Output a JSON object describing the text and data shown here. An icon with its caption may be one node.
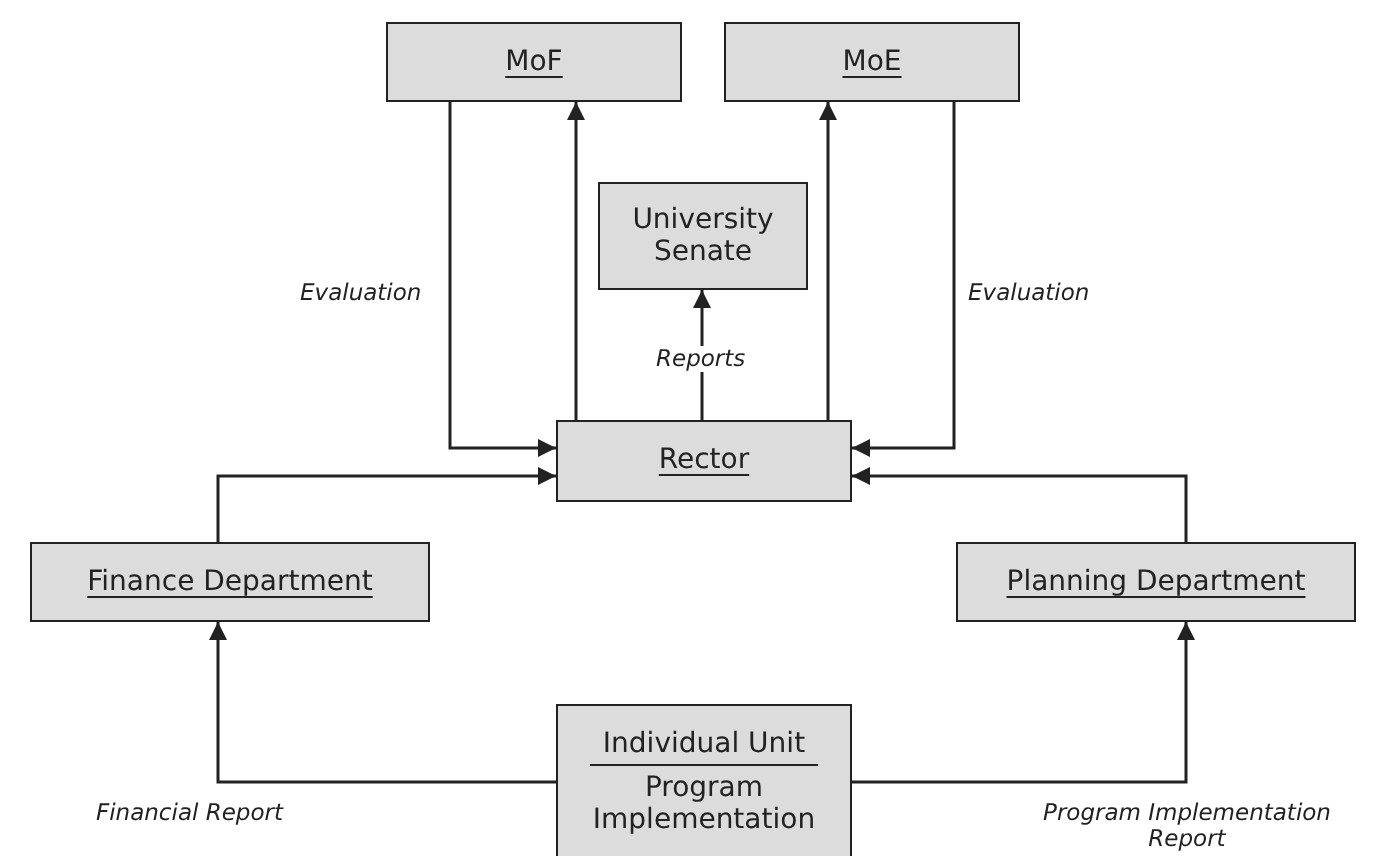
{
  "diagram": {
    "nodes": [
      {
        "text": [
          "MoF"
        ]
      },
      {
        "text": [
          "MoE"
        ]
      },
      {
        "text": [
          "University Senate"
        ]
      },
      {
        "text": [
          "Rector"
        ]
      },
      {
        "text": [
          "Finance Department"
        ]
      },
      {
        "text": [
          "Planning Department"
        ]
      },
      {
        "text": [
          "Individual Unit",
          "Program Implementation"
        ]
      }
    ],
    "edges": [
      {
        "from": 0,
        "to": 3,
        "arrow": "to",
        "label": "Evaluation"
      },
      {
        "from": 3,
        "to": 0,
        "arrow": "to"
      },
      {
        "from": 3,
        "to": 2,
        "arrow": "to",
        "label": "Reports"
      },
      {
        "from": 3,
        "to": 1,
        "arrow": "to"
      },
      {
        "from": 1,
        "to": 3,
        "arrow": "to",
        "label": "Evaluation"
      },
      {
        "from": 4,
        "to": 3,
        "arrow": "to"
      },
      {
        "from": 5,
        "to": 3,
        "arrow": "to"
      },
      {
        "from": 6,
        "to": 4,
        "arrow": "to",
        "label": "Financial Report"
      },
      {
        "from": 6,
        "to": 5,
        "arrow": "to",
        "label": "Program Implementation Report"
      }
    ]
  }
}
